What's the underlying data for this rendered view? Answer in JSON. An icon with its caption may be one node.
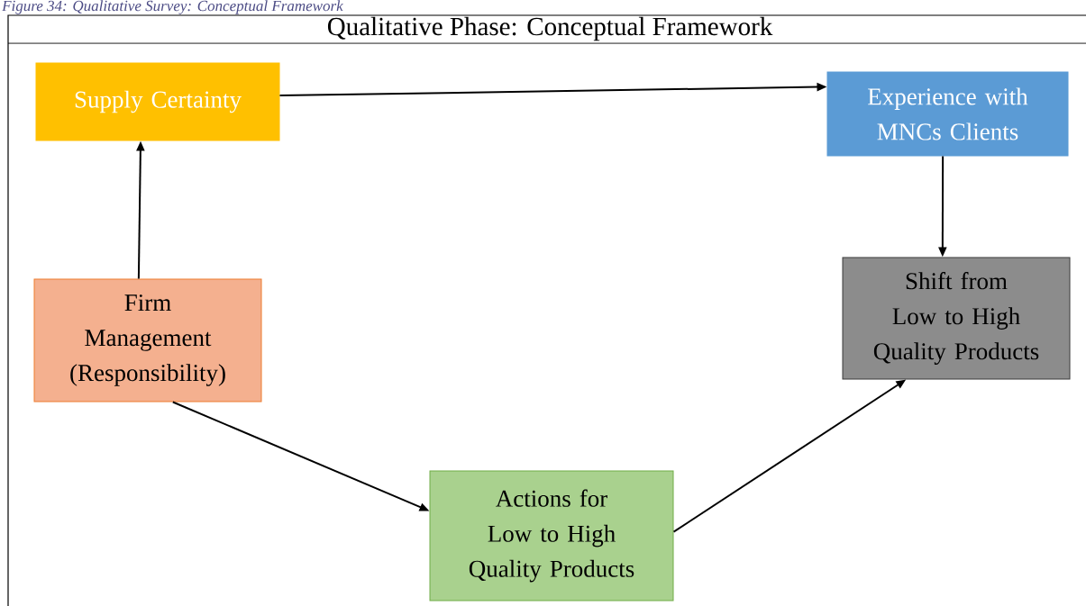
{
  "diagram": {
    "caption": "Figure 34: Qualitative Survey: Conceptual Framework",
    "title": "Qualitative Phase: Conceptual Framework",
    "nodes": [
      {
        "text": [
          "Supply Certainty"
        ]
      },
      {
        "text": [
          "Experience with MNCs Clients"
        ]
      },
      {
        "text": [
          "Firm Management (Responsibility)"
        ]
      },
      {
        "text": [
          "Shift from Low to High Quality Products"
        ]
      },
      {
        "text": [
          "Actions for Low to High Quality Products"
        ]
      }
    ],
    "edges": [
      {
        "from": 2,
        "to": 0,
        "arrow": "to"
      },
      {
        "from": 0,
        "to": 1,
        "arrow": "to"
      },
      {
        "from": 1,
        "to": 3,
        "arrow": "to"
      },
      {
        "from": 2,
        "to": 4,
        "arrow": "to"
      },
      {
        "from": 4,
        "to": 3,
        "arrow": "to"
      }
    ]
  }
}
